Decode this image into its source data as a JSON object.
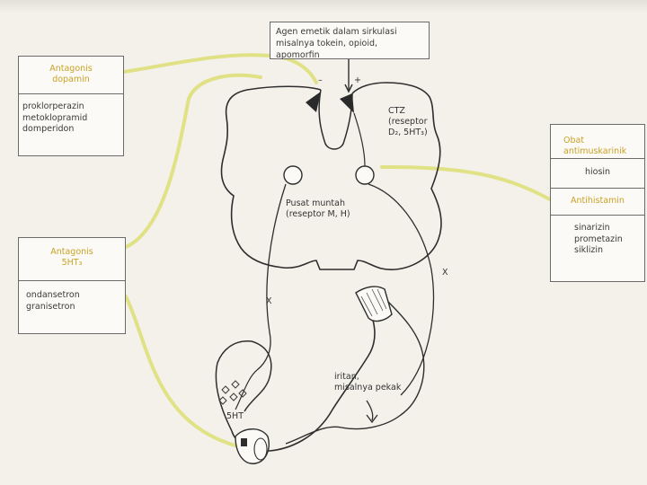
{
  "emetic_box": {
    "line1": "Agen emetik dalam sirkulasi",
    "line2": "misalnya tokein, opioid, apomorfin"
  },
  "dopamine_antagonist": {
    "title_line1": "Antagonis",
    "title_line2": "dopamin",
    "drugs": [
      "proklorperazin",
      "metoklopramid",
      "domperidon"
    ]
  },
  "serotonin_antagonist": {
    "title_line1": "Antagonis",
    "title_line2": "5HT₃",
    "drugs": [
      "ondansetron",
      "granisetron"
    ]
  },
  "right_box": {
    "antimuscarinic_title": "Obat antimuskarinik",
    "antimuscarinic_drug": "hiosin",
    "antihistamine_title": "Antihistamin",
    "antihistamine_drugs": [
      "sinarizin",
      "prometazin",
      "siklizin"
    ]
  },
  "labels": {
    "ctz_line1": "CTZ",
    "ctz_line2": "(reseptor",
    "ctz_line3": "D₂, 5HT₃)",
    "vomit_center_line1": "Pusat muntah",
    "vomit_center_line2": "(reseptor M, H)",
    "vagus_left": "X",
    "vagus_right": "X",
    "irritant_line1": "iritan,",
    "irritant_line2": "misalnya pekak",
    "serotonin_release": "5HT",
    "minus_sign": "–",
    "plus_sign": "+"
  }
}
